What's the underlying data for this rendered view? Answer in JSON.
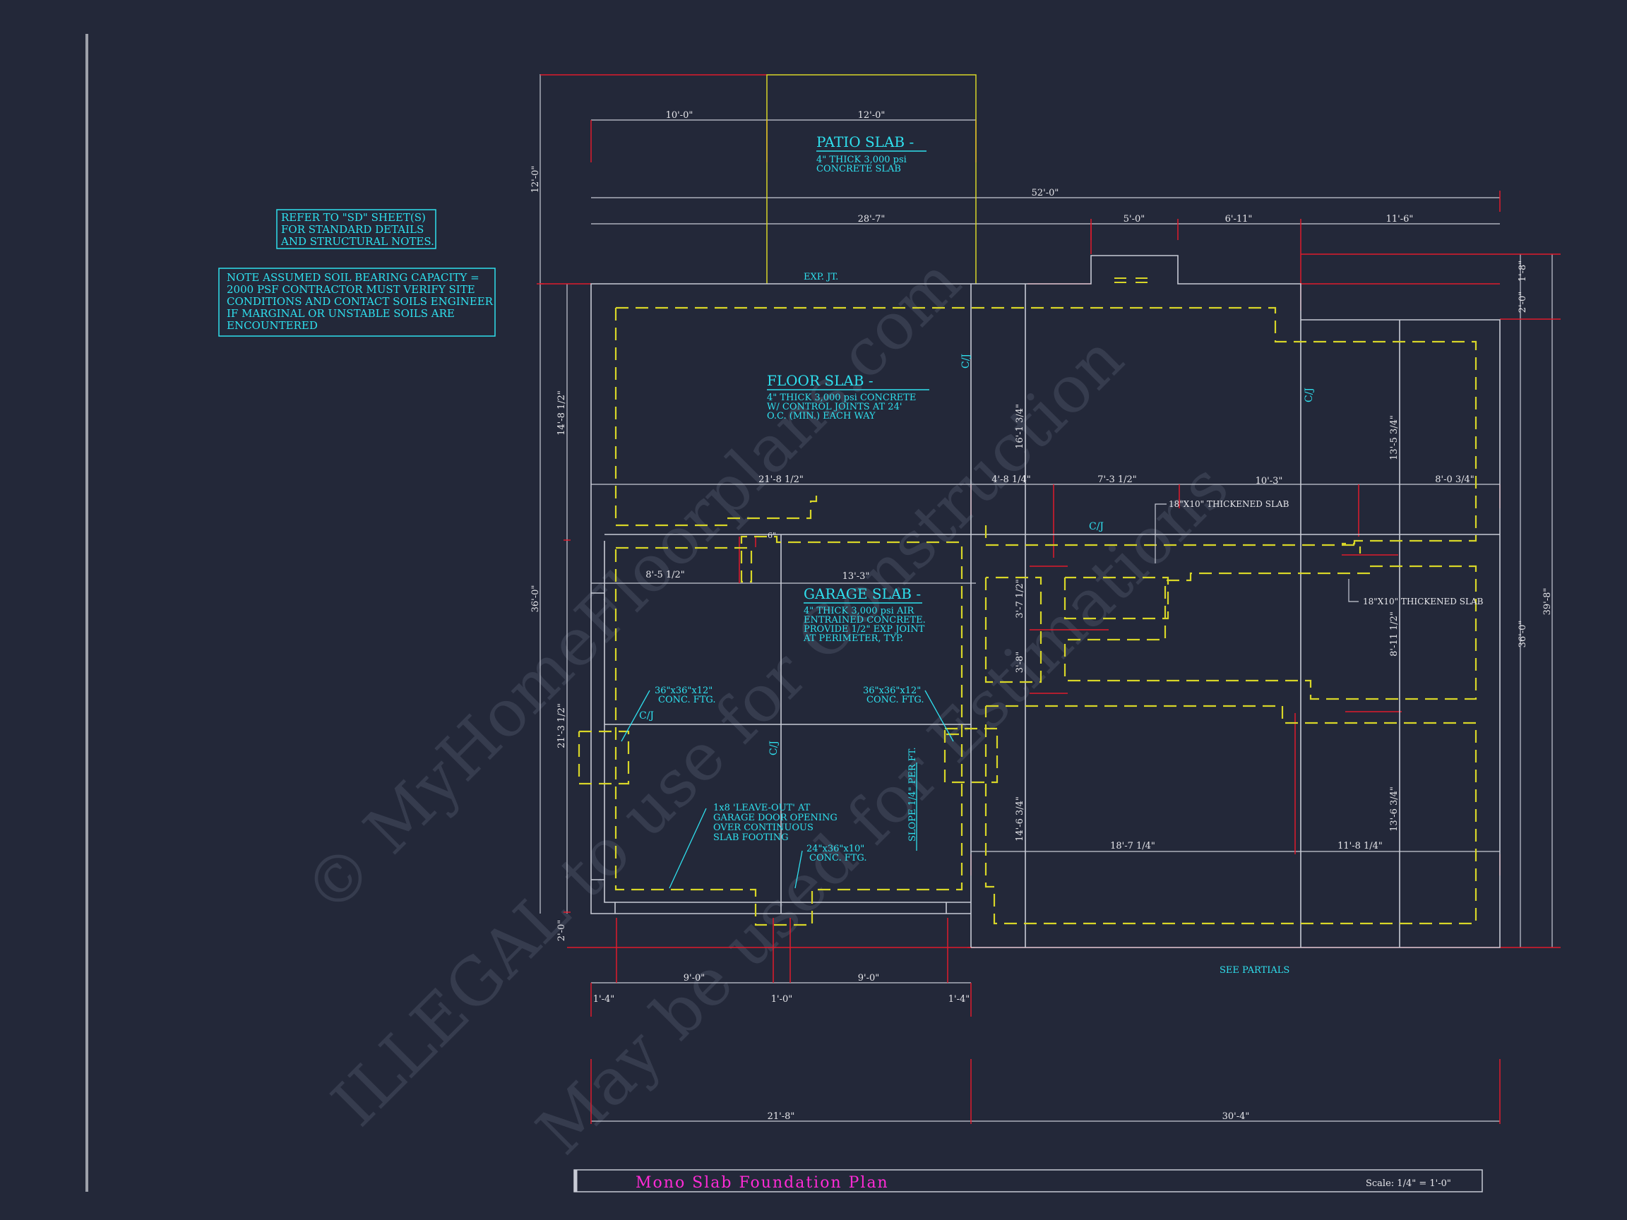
{
  "colors": {
    "background": "#232839",
    "wall": "#c8cbd6",
    "dimension_red": "#e01b2c",
    "dashed_yellow": "#d8d628",
    "text_cyan": "#2fe0ee",
    "text_white": "#e6e6ea",
    "title_magenta": "#ff2bd6",
    "watermark": "#3a4052"
  },
  "notes": {
    "refer_sd": [
      "REFER TO \"SD\" SHEET(S)",
      "FOR STANDARD DETAILS",
      "AND STRUCTURAL NOTES."
    ],
    "soil": [
      "NOTE ASSUMED SOIL BEARING CAPACITY =",
      "2000 PSF CONTRACTOR MUST VERIFY SITE",
      "CONDITIONS AND CONTACT SOILS ENGINEER",
      "IF MARGINAL OR UNSTABLE SOILS ARE",
      "ENCOUNTERED"
    ]
  },
  "labels": {
    "patio_title": "PATIO SLAB -",
    "patio_desc": [
      "4\" THICK 3,000 psi",
      "CONCRETE SLAB"
    ],
    "floor_title": "FLOOR SLAB -",
    "floor_desc": [
      "4\" THICK 3,000 psi CONCRETE",
      "W/ CONTROL JOINTS AT 24'",
      "O.C. (MIN.) EACH WAY"
    ],
    "garage_title": "GARAGE SLAB -",
    "garage_desc": [
      "4\" THICK 3,000 psi AIR",
      "ENTRAINED CONCRETE.",
      "PROVIDE 1/2\" EXP JOINT",
      "AT PERIMETER, TYP."
    ],
    "exp_jt": "EXP. JT.",
    "cj": "C/J",
    "thickened_1": "18\"X10\" THICKENED SLAB",
    "thickened_2": "18\"X10\" THICKENED SLAB",
    "ftg_left": [
      "36\"x36\"x12\"",
      "CONC. FTG."
    ],
    "ftg_right": [
      "36\"x36\"x12\"",
      "CONC. FTG."
    ],
    "leave_out": [
      "1x8 'LEAVE-OUT' AT",
      "GARAGE DOOR OPENING",
      "OVER CONTINUOUS",
      "SLAB FOOTING"
    ],
    "ftg_small": [
      "24\"x36\"x10\"",
      "CONC. FTG."
    ],
    "slope": "SLOPE 1/4\" PER FT.",
    "see_partials": "SEE PARTIALS"
  },
  "dimensions": {
    "top_10_0": "10'-0\"",
    "top_12_0": "12'-0\"",
    "top_52_0": "52'-0\"",
    "top_28_7": "28'-7\"",
    "top_5_0": "5'-0\"",
    "top_6_11": "6'-11\"",
    "top_11_6": "11'-6\"",
    "mid_21_8_half": "21'-8 1/2\"",
    "mid_4_8_qtr": "4'-8 1/4\"",
    "mid_7_3_half": "7'-3 1/2\"",
    "mid_10_3": "10'-3\"",
    "mid_8_0_3qtr": "8'-0 3/4\"",
    "g_8_5_half": "8'-5 1/2\"",
    "g_13_3": "13'-3\"",
    "r_18_7_qtr": "18'-7 1/4\"",
    "r_11_8_qtr": "11'-8 1/4\"",
    "bot_9_0_a": "9'-0\"",
    "bot_9_0_b": "9'-0\"",
    "bot_1_4_a": "1'-4\"",
    "bot_1_0": "1'-0\"",
    "bot_1_4_b": "1'-4\"",
    "bot_21_8": "21'-8\"",
    "bot_30_4": "30'-4\"",
    "left_12_0": "12'-0\"",
    "left_14_8_half": "14'-8 1/2\"",
    "left_36_0": "36'-0\"",
    "left_21_3_half": "21'-3 1/2\"",
    "left_2_0": "2'-0\"",
    "v_16_1_3qtr": "16'-1 3/4\"",
    "v_3_7_half": "3'-7 1/2\"",
    "v_3_8": "3'-8\"",
    "v_14_6_3qtr": "14'-6 3/4\"",
    "v_13_5_3qtr": "13'-5 3/4\"",
    "v_8_11_half": "8'-11 1/2\"",
    "v_13_6_3qtr": "13'-6 3/4\"",
    "right_1_8": "1'-8\"",
    "right_2_0": "2'-0\"",
    "right_36_0": "36'-0\"",
    "right_39_8": "39'-8\"",
    "small_6": "6\""
  },
  "title_block": {
    "title": "Mono Slab Foundation Plan",
    "scale": "Scale: 1/4\" = 1'-0\""
  },
  "watermark": {
    "line1": "© MyHomeFloorplans.com",
    "line2": "ILLEGAL to use for Construction",
    "line3": "May be used for Estimations"
  }
}
